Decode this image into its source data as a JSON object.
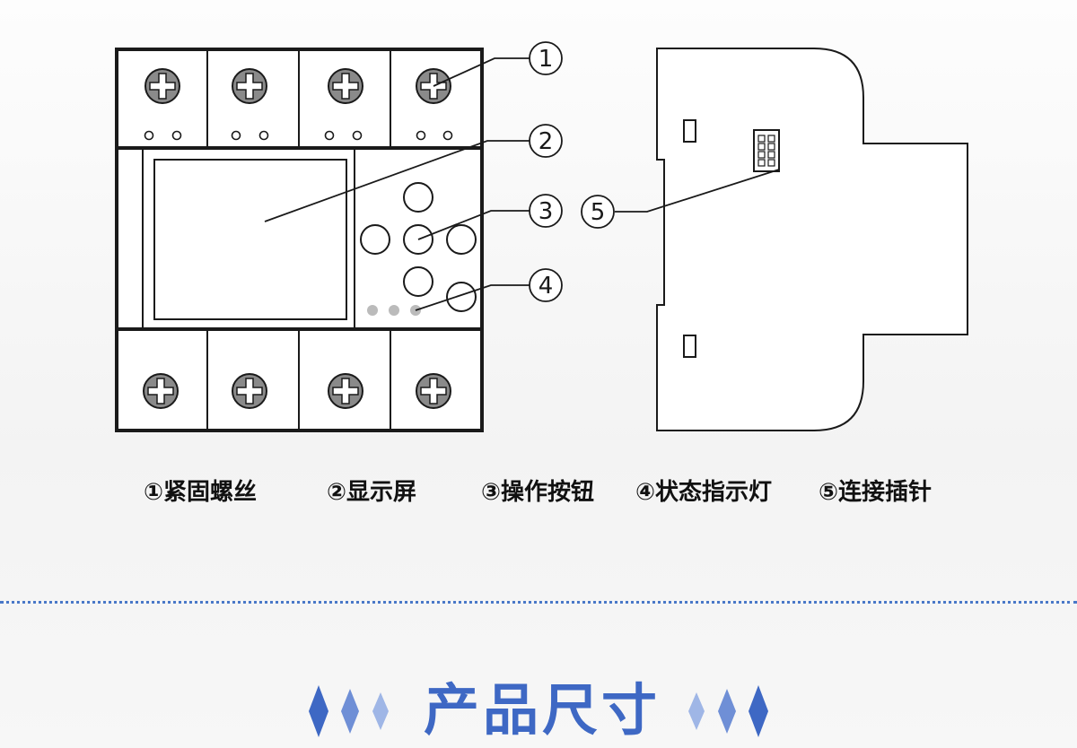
{
  "callouts": [
    "1",
    "2",
    "3",
    "4",
    "5"
  ],
  "legend": [
    {
      "num": "①",
      "label": "紧固螺丝"
    },
    {
      "num": "②",
      "label": "显示屏"
    },
    {
      "num": "③",
      "label": "操作按钮"
    },
    {
      "num": "④",
      "label": "状态指示灯"
    },
    {
      "num": "⑤",
      "label": "连接插针"
    }
  ],
  "section_title": "产品尺寸",
  "colors": {
    "line": "#1a1a1a",
    "fill": "#ffffff",
    "screw": "#8a8a8a",
    "led": "#bbbbbb",
    "accent": "#3e68c4",
    "diamond_dark": "#3e68c4",
    "diamond_light": "#9fb6e6"
  }
}
